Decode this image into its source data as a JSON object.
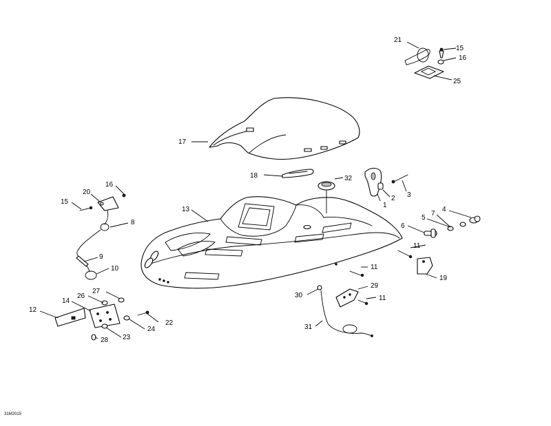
{
  "diagram_code": "31M2015",
  "callouts": {
    "c1": "1",
    "c2": "2",
    "c3": "3",
    "c4": "4",
    "c5": "5",
    "c6": "6",
    "c7": "7",
    "c8": "8",
    "c9": "9",
    "c10": "10",
    "c11a": "11",
    "c11b": "11",
    "c11c": "11",
    "c12": "12",
    "c13": "13",
    "c14": "14",
    "c15a": "15",
    "c15b": "15",
    "c16a": "16",
    "c16b": "16",
    "c17": "17",
    "c18": "18",
    "c19": "19",
    "c20": "20",
    "c21": "21",
    "c22": "22",
    "c23": "23",
    "c24": "24",
    "c25": "25",
    "c26": "26",
    "c27": "27",
    "c28": "28",
    "c29": "29",
    "c30": "30",
    "c31": "31",
    "c32": "32"
  }
}
